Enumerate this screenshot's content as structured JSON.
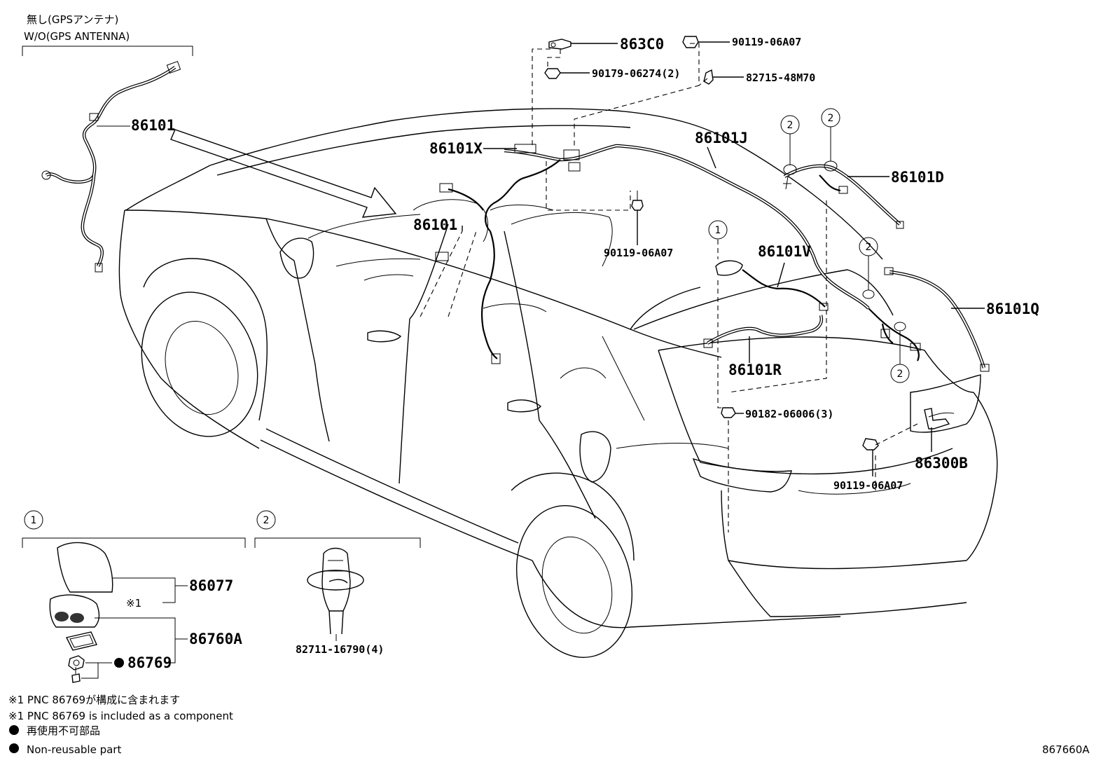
{
  "header": {
    "title_jp": "無し(GPSアンテナ)",
    "title_en": "W/O(GPS ANTENNA)"
  },
  "parts": {
    "p86101_top": "86101",
    "p86101_mid": "86101",
    "p86101X": "86101X",
    "p863C0": "863C0",
    "p90119_top": "90119-06A07",
    "p90179": "90179-06274(2)",
    "p82715": "82715-48M70",
    "p86101J": "86101J",
    "p90119_mid": "90119-06A07",
    "p86101D": "86101D",
    "p86101V": "86101V",
    "p86101Q": "86101Q",
    "p86101R": "86101R",
    "p90182": "90182-06006(3)",
    "p86300B": "86300B",
    "p90119_bot": "90119-06A07",
    "p86077": "86077",
    "p86760A": "86760A",
    "p86769": "86769",
    "p82711": "82711-16790(4)"
  },
  "callouts": {
    "one": "1",
    "two": "2",
    "note_mark": "※1"
  },
  "notes": {
    "line1": "※1 PNC 86769が構成に含まれます",
    "line2": "※1 PNC 86769 is included as a component",
    "line3": "再使用不可部品",
    "line4": "Non-reusable part"
  },
  "figure_id": "867660A"
}
